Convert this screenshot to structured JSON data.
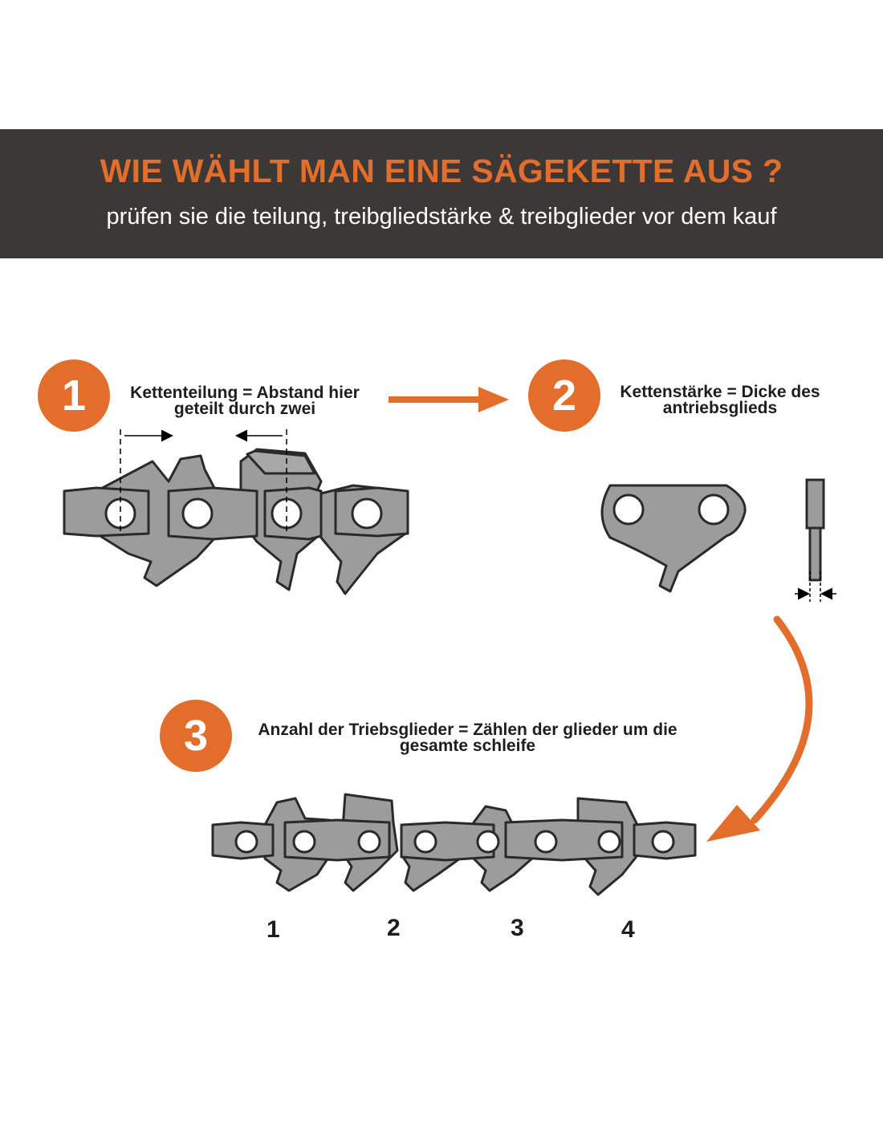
{
  "header": {
    "title": "WIE WÄHLT MAN EINE SÄGEKETTE AUS ?",
    "subtitle": "prüfen sie die teilung, treibgliedstärke & treibglieder vor dem kauf"
  },
  "steps": [
    {
      "number": "1",
      "line1": "Kettenteilung = Abstand hier",
      "line2": "geteilt durch zwei"
    },
    {
      "number": "2",
      "line1": "Kettenstärke = Dicke des",
      "line2": "antriebsglieds"
    },
    {
      "number": "3",
      "line1": "Anzahl der Triebsglieder = Zählen der glieder um die",
      "line2": "gesamte schleife"
    }
  ],
  "link_numbers": [
    "1",
    "2",
    "3",
    "4"
  ],
  "colors": {
    "accent": "#e36d2a",
    "banner": "#3c3837",
    "chain_fill": "#9c9c9c",
    "chain_stroke": "#2a2a2a"
  }
}
